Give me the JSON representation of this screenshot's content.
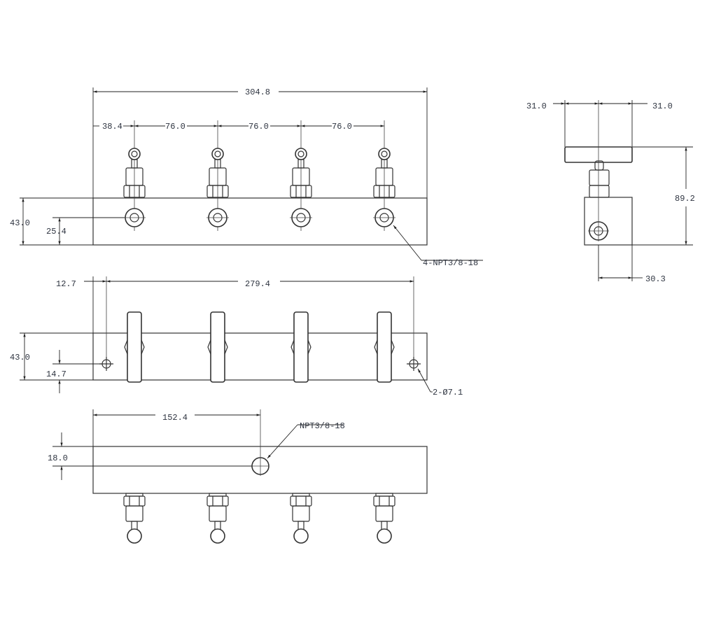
{
  "title": "Manifold block technical drawing",
  "valve_count": 4,
  "top_view": {
    "overall_length": "304.8",
    "first_offset": "38.4",
    "spacings": [
      "76.0",
      "76.0",
      "76.0"
    ],
    "height": "43.0",
    "port_height": "25.4",
    "port_callout": "4-NPT3/8-18"
  },
  "side_view": {
    "handle_left": "31.0",
    "handle_right": "31.0",
    "total_height": "89.2",
    "port_offset": "30.3"
  },
  "front_view": {
    "hole_offset": "12.7",
    "hole_spacing": "279.4",
    "height": "43.0",
    "hole_height": "14.7",
    "hole_callout": "2-Ø7.1"
  },
  "bottom_view": {
    "port_position": "152.4",
    "port_depth": "18.0",
    "port_callout": "NPT3/8-18"
  }
}
